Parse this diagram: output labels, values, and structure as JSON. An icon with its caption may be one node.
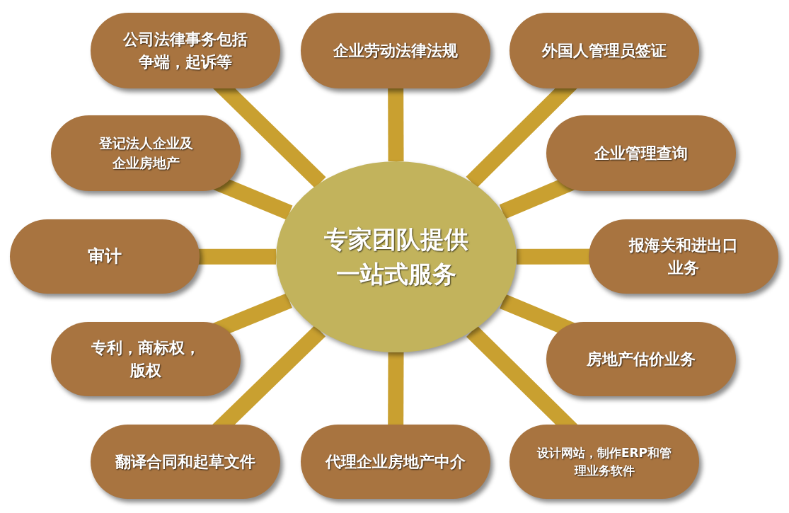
{
  "diagram": {
    "nodes": [
      {
        "text": [
          "专家团队提供一站式服务"
        ]
      },
      {
        "text": [
          "公司法律事务包括争端，起诉等"
        ]
      },
      {
        "text": [
          "企业劳动法律法规"
        ]
      },
      {
        "text": [
          "外国人管理员签证"
        ]
      },
      {
        "text": [
          "登记法人企业及企业房地产"
        ]
      },
      {
        "text": [
          "企业管理查询"
        ]
      },
      {
        "text": [
          "审计"
        ]
      },
      {
        "text": [
          "报海关和进出口业务"
        ]
      },
      {
        "text": [
          "专利，商标权，版权"
        ]
      },
      {
        "text": [
          "房地产估价业务"
        ]
      },
      {
        "text": [
          "翻译合同和起草文件"
        ]
      },
      {
        "text": [
          "代理企业房地产中介"
        ]
      },
      {
        "text": [
          "设计网站，制作ERP和管理业务软件"
        ]
      }
    ],
    "edges": [
      {
        "from": 0,
        "to": 1,
        "arrow": "none"
      },
      {
        "from": 0,
        "to": 2,
        "arrow": "none"
      },
      {
        "from": 0,
        "to": 3,
        "arrow": "none"
      },
      {
        "from": 0,
        "to": 4,
        "arrow": "none"
      },
      {
        "from": 0,
        "to": 5,
        "arrow": "none"
      },
      {
        "from": 0,
        "to": 6,
        "arrow": "none"
      },
      {
        "from": 0,
        "to": 7,
        "arrow": "none"
      },
      {
        "from": 0,
        "to": 8,
        "arrow": "none"
      },
      {
        "from": 0,
        "to": 9,
        "arrow": "none"
      },
      {
        "from": 0,
        "to": 10,
        "arrow": "none"
      },
      {
        "from": 0,
        "to": 11,
        "arrow": "none"
      },
      {
        "from": 0,
        "to": 12,
        "arrow": "none"
      }
    ]
  }
}
